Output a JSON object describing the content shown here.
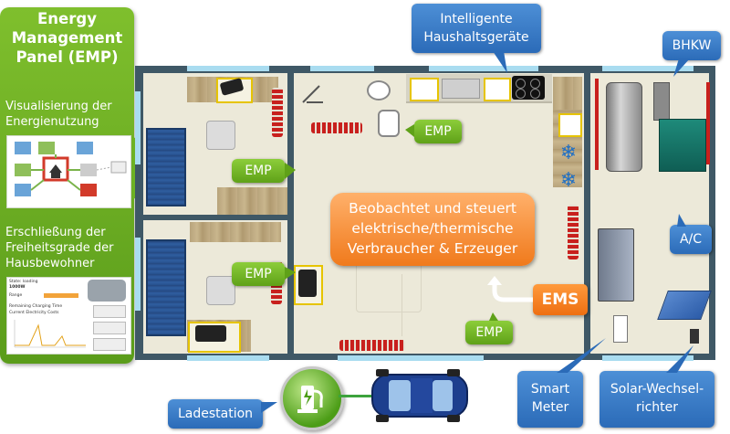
{
  "panel": {
    "title_line1": "Energy",
    "title_line2": "Management",
    "title_line3": "Panel (EMP)",
    "visualisierung_line1": "Visualisierung der",
    "visualisierung_line2": "Energienutzung",
    "erschliessung_line1": "Erschließung der",
    "erschliessung_line2": "Freiheitsgrade der",
    "erschliessung_line3": "Hausbewohner"
  },
  "labels": {
    "intelligente_line1": "Intelligente",
    "intelligente_line2": "Haushaltsgeräte",
    "bhkw": "BHKW",
    "ac": "A/C",
    "smart_meter_line1": "Smart",
    "smart_meter_line2": "Meter",
    "solar_line1": "Solar-Wechsel-",
    "solar_line2": "richter",
    "ladestation": "Ladestation"
  },
  "emp_badges": [
    "EMP",
    "EMP",
    "EMP",
    "EMP"
  ],
  "center_box": {
    "line1": "Beobachtet und steuert",
    "line2": "elektrische/thermische",
    "line3": "Verbraucher & Erzeuger"
  },
  "ems": "EMS",
  "thumb2": {
    "row1": "State: loading",
    "row2": "1000W",
    "row3": "Range",
    "row4": "Remaining Charging Time",
    "row5": "Current Electricity Costs"
  },
  "colors": {
    "panel_green": "#6db224",
    "badge_blue": "#2b6bb8",
    "orange": "#f07a1c",
    "wall": "#3f5866",
    "floor": "#ece9d9"
  }
}
